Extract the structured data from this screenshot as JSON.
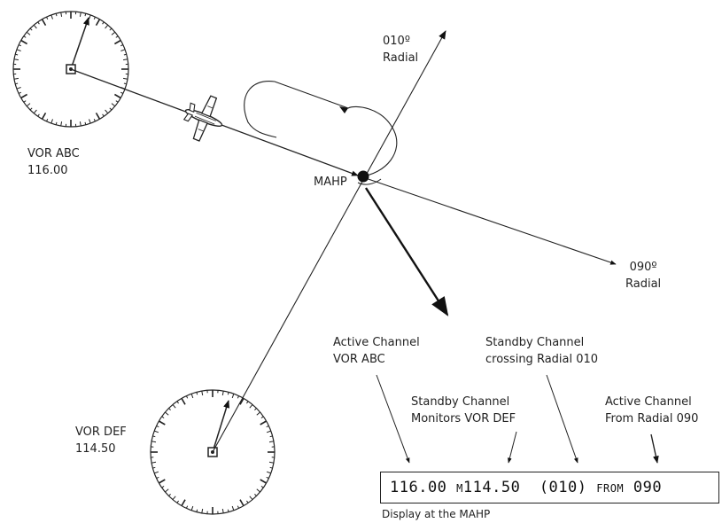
{
  "vor_abc": {
    "name": "VOR ABC",
    "freq": "116.00"
  },
  "vor_def": {
    "name": "VOR DEF",
    "freq": "114.50"
  },
  "radial_010": {
    "deg": "010º",
    "word": "Radial"
  },
  "radial_090": {
    "deg": "090º",
    "word": "Radial"
  },
  "mahp_label": "MAHP",
  "callouts": {
    "active_vor": [
      "Active Channel",
      "VOR  ABC"
    ],
    "standby_crossing": [
      "Standby Channel",
      "crossing Radial 010"
    ],
    "standby_monitor": [
      "Standby Channel",
      "Monitors VOR DEF"
    ],
    "active_from": [
      "Active Channel",
      "From Radial 090"
    ]
  },
  "display": {
    "active_freq": "116.00",
    "standby_prefix": "M",
    "standby_freq": "114.50",
    "radial_readout": "(010)",
    "from_word": "FROM",
    "from_radial": "090",
    "caption": "Display at the MAHP"
  }
}
